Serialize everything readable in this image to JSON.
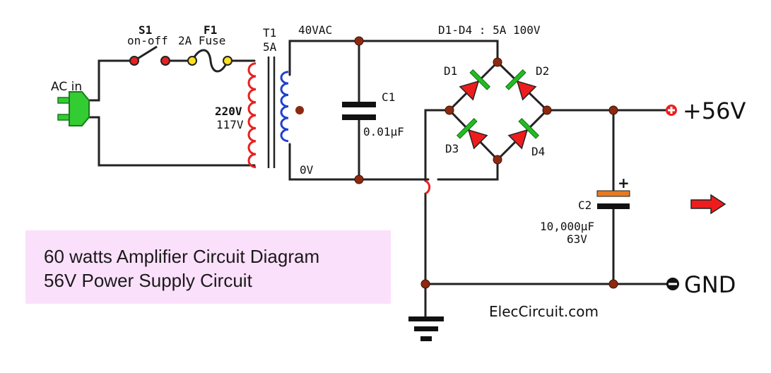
{
  "labels": {
    "ac_in": "AC in",
    "s1_name": "S1",
    "s1_desc": "on-off",
    "f1_name": "F1",
    "f1_desc": "2A Fuse",
    "t1_name": "T1",
    "t1_rating": "5A",
    "primary_v1": "220V",
    "primary_v2": "117V",
    "secondary_top": "40VAC",
    "secondary_bottom": "0V",
    "c1_name": "C1",
    "c1_value": "0.01µF",
    "bridge_spec": "D1-D4 : 5A 100V",
    "d1": "D1",
    "d2": "D2",
    "d3": "D3",
    "d4": "D4",
    "c2_name": "C2",
    "c2_value": "10,000µF",
    "c2_voltage": "63V",
    "c2_plus": "+",
    "out_pos": "+56V",
    "out_gnd": "GND",
    "site": "ElecCircuit.com"
  },
  "caption": {
    "line1": "60 watts Amplifier Circuit Diagram",
    "line2": "56V Power Supply Circuit"
  },
  "colors": {
    "wire": "#222222",
    "node": "#8b2a10",
    "primary_coil": "#e82020",
    "secondary_coil": "#2040d0",
    "diode_fill": "#ee1c1c",
    "diode_bar": "#22bb22",
    "plug": "#33cc33",
    "cap_plus_plate": "#e87a20",
    "arrow": "#ee1c1c",
    "caption_bg": "#fbe0fb"
  }
}
